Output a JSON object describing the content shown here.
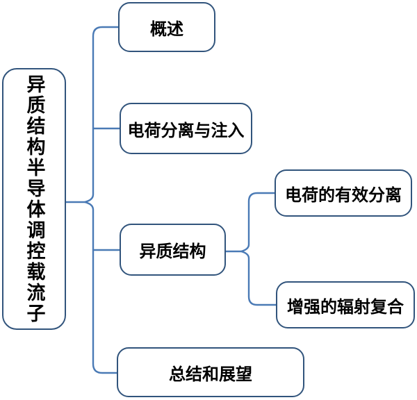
{
  "diagram": {
    "title_hint": "radial list diagram",
    "root": {
      "label": "异质结构半导体调控载流子"
    },
    "branches": [
      {
        "label": "概述"
      },
      {
        "label": "电荷分离与注入"
      },
      {
        "label": "异质结构",
        "children": [
          {
            "label": "电荷的有效分离"
          },
          {
            "label": "增强的辐射复合"
          }
        ]
      },
      {
        "label": "总结和展望"
      }
    ]
  },
  "colors": {
    "box_border": "#31547c",
    "connector": "#4a7ab5",
    "text": "#000000",
    "background": "#ffffff"
  }
}
